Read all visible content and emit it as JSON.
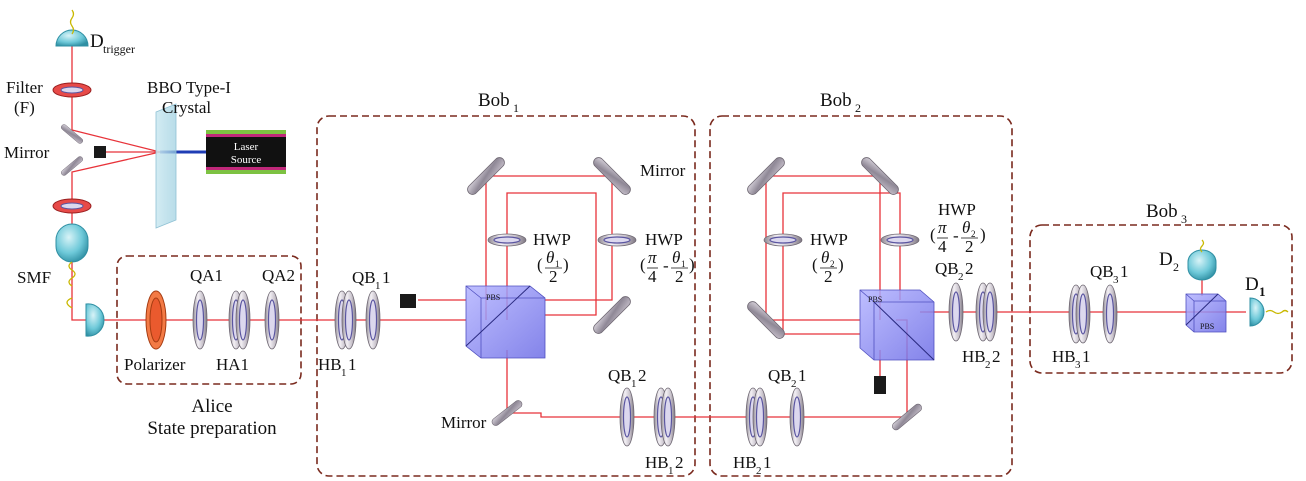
{
  "labels": {
    "d_trigger": "D",
    "d_trigger_sub": "trigger",
    "filter": "Filter",
    "filter_f": "(F)",
    "bbo_line1": "BBO Type-I",
    "bbo_line2": "Crystal",
    "laser_line1": "Laser",
    "laser_line2": "Source",
    "mirror_left": "Mirror",
    "smf": "SMF",
    "polarizer": "Polarizer",
    "qa1": "QA1",
    "ha1": "HA1",
    "qa2": "QA2",
    "alice_line1": "Alice",
    "alice_line2": "State preparation",
    "bob1": "Bob",
    "bob1_sub": "1",
    "bob2": "Bob",
    "bob2_sub": "2",
    "bob3": "Bob",
    "bob3_sub": "3",
    "qb11": "QB",
    "qb11_sub": "1",
    "qb11_tail": "1",
    "hb11": "HB",
    "hb11_sub": "1",
    "hb11_tail": "1",
    "qb12": "QB",
    "qb12_sub": "1",
    "qb12_tail": "2",
    "hb12": "HB",
    "hb12_sub": "1",
    "hb12_tail": "2",
    "qb21": "QB",
    "qb21_sub": "2",
    "qb21_tail": "1",
    "hb21": "HB",
    "hb21_sub": "2",
    "hb21_tail": "1",
    "qb22": "QB",
    "qb22_sub": "2",
    "qb22_tail": "2",
    "hb22": "HB",
    "hb22_sub": "2",
    "hb22_tail": "2",
    "qb31": "QB",
    "qb31_sub": "3",
    "qb31_tail": "1",
    "hb31": "HB",
    "hb31_sub": "3",
    "hb31_tail": "1",
    "hwp": "HWP",
    "mirror": "Mirror",
    "pbs": "PBS",
    "d1": "D",
    "d1_sub": "1",
    "d2": "D",
    "d2_sub": "2",
    "theta1_num": "θ",
    "theta1_sub": "1",
    "two": "2",
    "pi": "π",
    "four": "4",
    "minus": "-",
    "theta2_num": "θ",
    "theta2_sub": "2",
    "paren_open": "(",
    "paren_close": ")"
  },
  "colors": {
    "beam": "#e8333a",
    "pump": "#1f3db5",
    "box": "#7a2a1e",
    "pbs": "#8080ee",
    "waveplate_rim": "#b9b3bd",
    "detector": "#6ec9d9"
  }
}
